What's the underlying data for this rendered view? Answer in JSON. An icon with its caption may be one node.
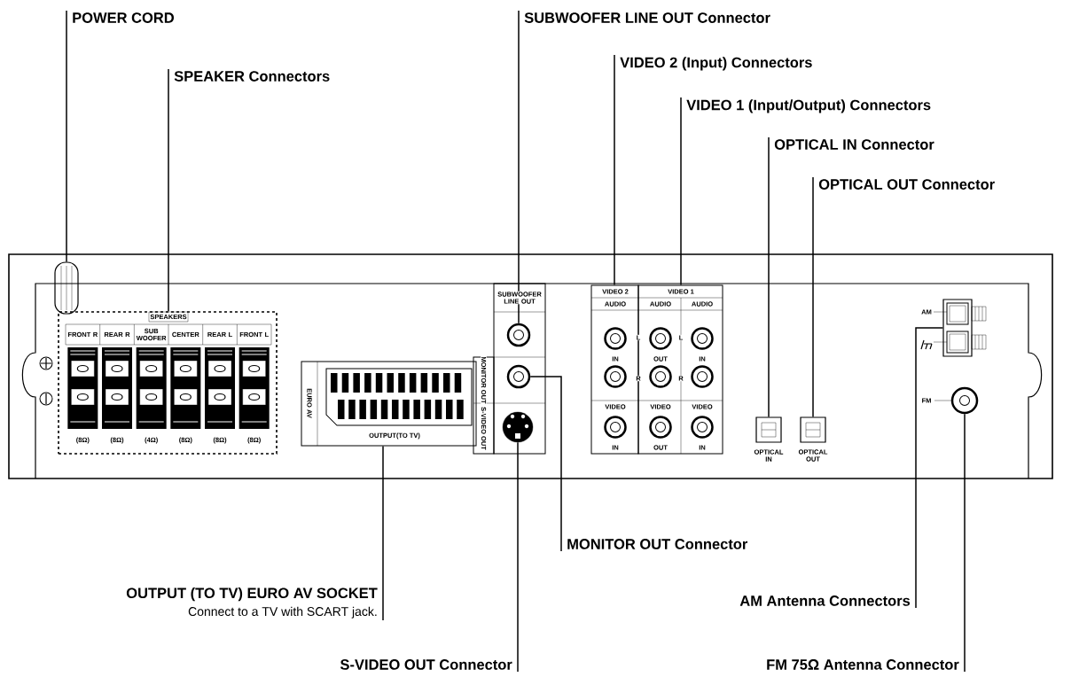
{
  "diagram": {
    "nodes": [
      {
        "text": [
          "POWER CORD"
        ]
      },
      {
        "text": [
          "SPEAKER Connectors"
        ]
      },
      {
        "text": [
          "SUBWOOFER LINE OUT Connector"
        ]
      },
      {
        "text": [
          "VIDEO 2 (Input) Connectors"
        ]
      },
      {
        "text": [
          "VIDEO 1 (Input/Output) Connectors"
        ]
      },
      {
        "text": [
          "OPTICAL IN Connector"
        ]
      },
      {
        "text": [
          "OPTICAL OUT Connector"
        ]
      },
      {
        "text": [
          "MONITOR OUT Connector"
        ]
      },
      {
        "text": [
          "OUTPUT (TO TV) EURO AV SOCKET",
          "Connect to a TV with SCART jack."
        ]
      },
      {
        "text": [
          "AM Antenna Connectors"
        ]
      },
      {
        "text": [
          "S-VIDEO OUT Connector"
        ]
      },
      {
        "text": [
          "FM 75Ω Antenna Connector"
        ]
      },
      {
        "text": [],
        "shape": "cable"
      },
      {
        "text": [],
        "shape": "box"
      },
      {
        "text": [],
        "shape": "box"
      },
      {
        "text": [],
        "shape": "circle",
        "in": 14
      },
      {
        "text": [],
        "shape": "box"
      },
      {
        "text": [],
        "shape": "box"
      },
      {
        "text": [],
        "shape": "box"
      },
      {
        "text": [],
        "shape": "box"
      },
      {
        "text": [],
        "shape": "circle",
        "in": 14
      },
      {
        "text": [],
        "shape": "box"
      },
      {
        "text": [],
        "shape": "box"
      },
      {
        "text": [],
        "shape": "circle",
        "in": 14
      },
      {
        "text": [],
        "shape": "circle"
      }
    ],
    "edges": [
      {
        "from": 0,
        "to": 12,
        "arrow": "none"
      },
      {
        "from": 1,
        "to": 13,
        "arrow": "none"
      },
      {
        "from": 2,
        "to": 15,
        "arrow": "none"
      },
      {
        "from": 3,
        "to": 16,
        "arrow": "none"
      },
      {
        "from": 4,
        "to": 17,
        "arrow": "none"
      },
      {
        "from": 5,
        "to": 18,
        "arrow": "none"
      },
      {
        "from": 6,
        "to": 19,
        "arrow": "none"
      },
      {
        "from": 7,
        "to": 20,
        "arrow": "none"
      },
      {
        "from": 8,
        "to": 21,
        "arrow": "none"
      },
      {
        "from": 9,
        "to": 22,
        "arrow": "none"
      },
      {
        "from": 10,
        "to": 23,
        "arrow": "none"
      },
      {
        "from": 11,
        "to": 24,
        "arrow": "none"
      }
    ],
    "labels": [
      "SPEAKERS",
      "FRONT R",
      "REAR R",
      "SUB WOOFER",
      "CENTER",
      "REAR L",
      "FRONT L",
      "(8Ω)",
      "(8Ω)",
      "(4Ω)",
      "(8Ω)",
      "(8Ω)",
      "(8Ω)",
      "SUBWOOFER LINE OUT",
      "VIDEO 2",
      "VIDEO 1",
      "AUDIO",
      "AUDIO",
      "AUDIO",
      "AM",
      "EURO AV",
      "MONITOR OUT",
      "L",
      "L",
      "IN",
      "OUT",
      "IN",
      "R",
      "R",
      "FM",
      "S-VIDEO OUT",
      "OUTPUT(TO TV)",
      "VIDEO",
      "VIDEO",
      "VIDEO",
      "IN",
      "OUT",
      "IN",
      "OPTICAL IN",
      "OPTICAL OUT"
    ]
  }
}
